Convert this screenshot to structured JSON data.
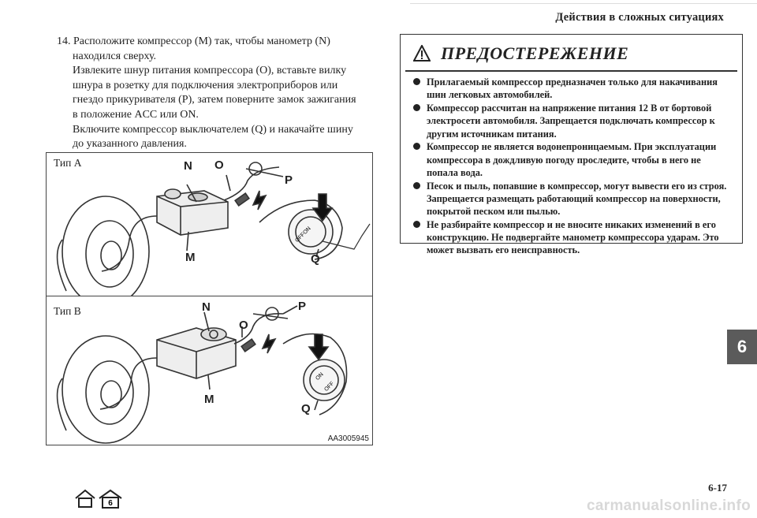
{
  "header": {
    "title": "Действия в сложных ситуациях"
  },
  "step": {
    "number": "14.",
    "lines": [
      "Расположите компрессор (M) так, чтобы манометр (N)",
      "находился сверху.",
      "Извлеките шнур питания компрессора (O), вставьте вилку",
      "шнура в розетку для подключения электроприборов или",
      "гнездо прикуривателя (P), затем поверните замок зажигания",
      "в положение ACC или ON.",
      "Включите компрессор выключателем (Q) и накачайте шину",
      "до указанного давления."
    ]
  },
  "figure": {
    "type_a": "Тип A",
    "type_b": "Тип B",
    "code": "AA3005945",
    "callouts": {
      "n": "N",
      "o": "O",
      "p": "P",
      "m": "M",
      "q": "Q"
    },
    "switch_on": "ON",
    "switch_off": "OFF"
  },
  "warning": {
    "title": "ПРЕДОСТЕРЕЖЕНИЕ",
    "items": [
      "Прилагаемый компрессор предназначен только для накачивания шин легковых автомобилей.",
      "Компрессор рассчитан на напряжение питания 12 В от бортовой электросети автомобиля. Запрещается подключать компрессор к другим источникам питания.",
      "Компрессор не является водонепроницаемым. При эксплуатации компрессора в дождливую погоду проследите, чтобы в него не попала вода.",
      "Песок и пыль, попавшие в компрессор, могут вывести его из строя. Запрещается размещать работающий компрессор на поверхности, покрытой песком или пылью.",
      "Не разбирайте компрессор и не вносите никаких изменений в его конструкцию. Не подвергайте манометр компрессора ударам. Это может вызвать его неисправность."
    ]
  },
  "section_tab": "6",
  "page_number": "6-17",
  "nav": {
    "page_icon_label": "6"
  },
  "watermark": "carmanualsonline.info"
}
